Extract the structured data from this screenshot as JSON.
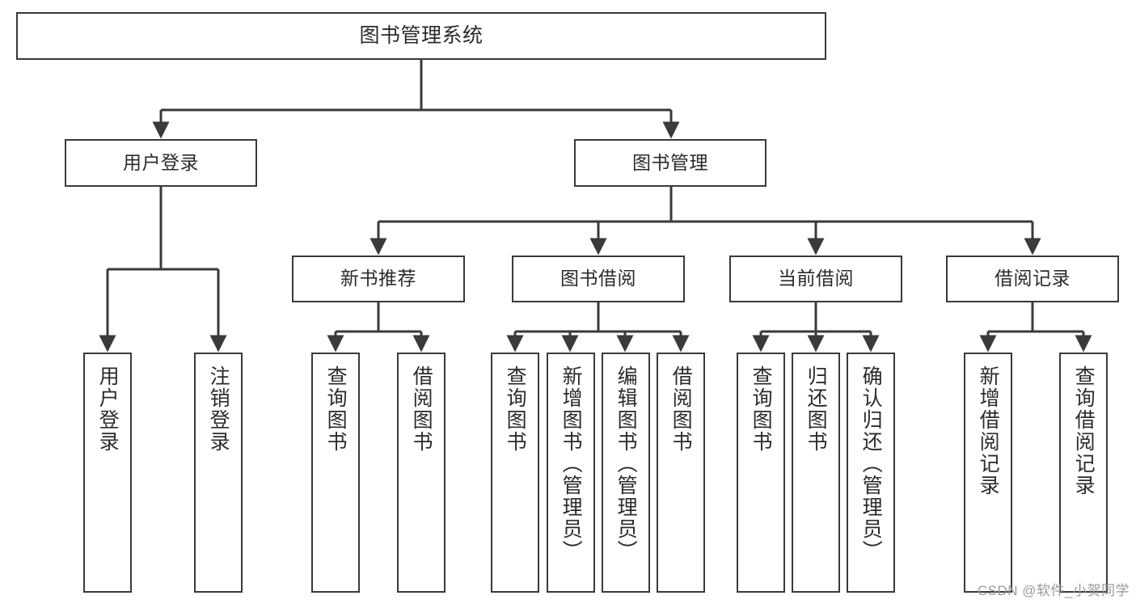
{
  "diagram": {
    "title": "图书管理系统",
    "type": "tree-hierarchy-chart",
    "watermark": "CSDN @软件_小贺同学",
    "line_color": "#3a3a3a",
    "box_fill": "#ffffff",
    "text_color": "#2b2b2b",
    "watermark_color": "#9a9a9a"
  },
  "nodes": {
    "root": {
      "label": "图书管理系统"
    },
    "level1": [
      {
        "label": "用户登录"
      },
      {
        "label": "图书管理"
      }
    ],
    "level2": [
      {
        "label": "新书推荐"
      },
      {
        "label": "图书借阅"
      },
      {
        "label": "当前借阅"
      },
      {
        "label": "借阅记录"
      }
    ],
    "leaves": {
      "user_login": [
        {
          "label": "用户登录"
        },
        {
          "label": "注销登录"
        }
      ],
      "new_book_recommend": [
        {
          "label": "查询图书"
        },
        {
          "label": "借阅图书"
        }
      ],
      "book_borrow": [
        {
          "label": "查询图书"
        },
        {
          "label": "新增图书（管理员）"
        },
        {
          "label": "编辑图书（管理员）"
        },
        {
          "label": "借阅图书"
        }
      ],
      "current_borrow": [
        {
          "label": "查询图书"
        },
        {
          "label": "归还图书"
        },
        {
          "label": "确认归还（管理员）"
        }
      ],
      "borrow_record": [
        {
          "label": "新增借阅记录"
        },
        {
          "label": "查询借阅记录"
        }
      ]
    }
  },
  "chart_data": {
    "type": "table",
    "title": "图书管理系统",
    "hierarchy": [
      {
        "label": "图书管理系统",
        "children": [
          {
            "label": "用户登录",
            "children": [
              {
                "label": "用户登录"
              },
              {
                "label": "注销登录"
              }
            ]
          },
          {
            "label": "图书管理",
            "children": [
              {
                "label": "新书推荐",
                "children": [
                  {
                    "label": "查询图书"
                  },
                  {
                    "label": "借阅图书"
                  }
                ]
              },
              {
                "label": "图书借阅",
                "children": [
                  {
                    "label": "查询图书"
                  },
                  {
                    "label": "新增图书（管理员）"
                  },
                  {
                    "label": "编辑图书（管理员）"
                  },
                  {
                    "label": "借阅图书"
                  }
                ]
              },
              {
                "label": "当前借阅",
                "children": [
                  {
                    "label": "查询图书"
                  },
                  {
                    "label": "归还图书"
                  },
                  {
                    "label": "确认归还（管理员）"
                  }
                ]
              },
              {
                "label": "借阅记录",
                "children": [
                  {
                    "label": "新增借阅记录"
                  },
                  {
                    "label": "查询借阅记录"
                  }
                ]
              }
            ]
          }
        ]
      }
    ]
  }
}
